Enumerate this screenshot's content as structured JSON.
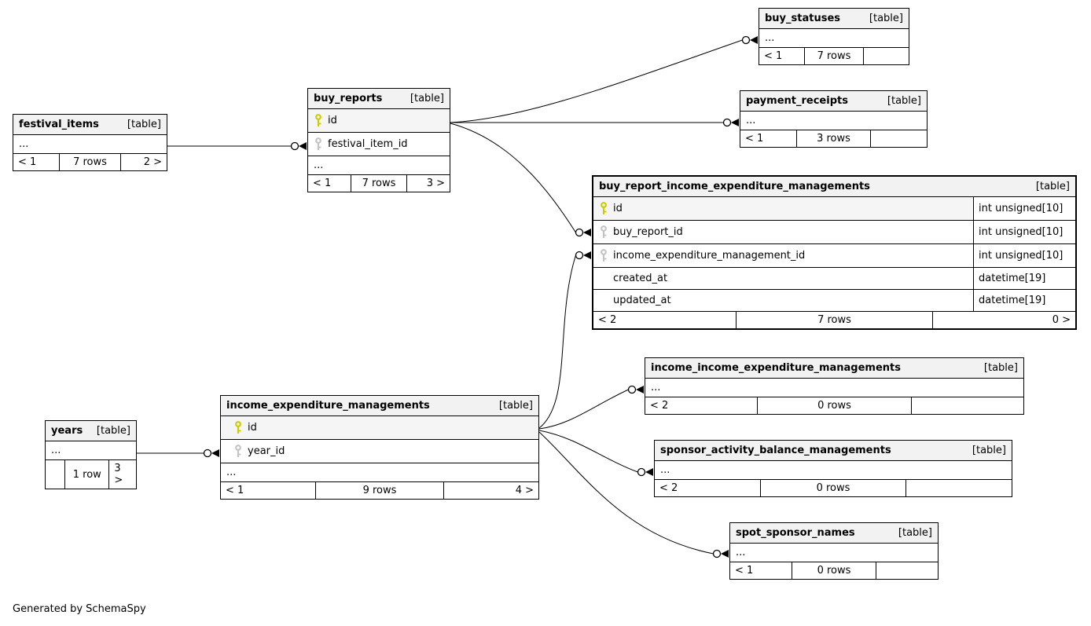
{
  "caption": "Generated by SchemaSpy",
  "colors": {
    "table_border": "#000000",
    "header_bg": "#f2f2f2",
    "pk_key": "#cccc00",
    "fk_key": "#c4c4c4"
  },
  "tables": {
    "festival_items": {
      "name": "festival_items",
      "tag": "[table]",
      "ellipsis": "...",
      "footer": {
        "left": "< 1",
        "center": "7 rows",
        "right": "2 >"
      }
    },
    "buy_reports": {
      "name": "buy_reports",
      "tag": "[table]",
      "ellipsis": "...",
      "columns": [
        {
          "name": "id",
          "key": "pk"
        },
        {
          "name": "festival_item_id",
          "key": "fk"
        }
      ],
      "footer": {
        "left": "< 1",
        "center": "7 rows",
        "right": "3 >"
      }
    },
    "buy_statuses": {
      "name": "buy_statuses",
      "tag": "[table]",
      "ellipsis": "...",
      "footer": {
        "left": "< 1",
        "center": "7 rows",
        "right": ""
      }
    },
    "payment_receipts": {
      "name": "payment_receipts",
      "tag": "[table]",
      "ellipsis": "...",
      "footer": {
        "left": "< 1",
        "center": "3 rows",
        "right": ""
      }
    },
    "buy_report_income_expenditure_managements": {
      "name": "buy_report_income_expenditure_managements",
      "tag": "[table]",
      "columns": [
        {
          "name": "id",
          "type": "int unsigned[10]",
          "key": "pk"
        },
        {
          "name": "buy_report_id",
          "type": "int unsigned[10]",
          "key": "fk"
        },
        {
          "name": "income_expenditure_management_id",
          "type": "int unsigned[10]",
          "key": "fk"
        },
        {
          "name": "created_at",
          "type": "datetime[19]",
          "key": ""
        },
        {
          "name": "updated_at",
          "type": "datetime[19]",
          "key": ""
        }
      ],
      "footer": {
        "left": "< 2",
        "center": "7 rows",
        "right": "0 >"
      }
    },
    "income_income_expenditure_managements": {
      "name": "income_income_expenditure_managements",
      "tag": "[table]",
      "ellipsis": "...",
      "footer": {
        "left": "< 2",
        "center": "0 rows",
        "right": ""
      }
    },
    "sponsor_activity_balance_managements": {
      "name": "sponsor_activity_balance_managements",
      "tag": "[table]",
      "ellipsis": "...",
      "footer": {
        "left": "< 2",
        "center": "0 rows",
        "right": ""
      }
    },
    "spot_sponsor_names": {
      "name": "spot_sponsor_names",
      "tag": "[table]",
      "ellipsis": "...",
      "footer": {
        "left": "< 1",
        "center": "0 rows",
        "right": ""
      }
    },
    "income_expenditure_managements": {
      "name": "income_expenditure_managements",
      "tag": "[table]",
      "ellipsis": "...",
      "columns": [
        {
          "name": "id",
          "key": "pk"
        },
        {
          "name": "year_id",
          "key": "fk"
        }
      ],
      "footer": {
        "left": "< 1",
        "center": "9 rows",
        "right": "4 >"
      }
    },
    "years": {
      "name": "years",
      "tag": "[table]",
      "ellipsis": "...",
      "footer": {
        "left": "",
        "center": "1 row",
        "right": "3 >"
      }
    }
  },
  "relationships": [
    {
      "from": "festival_items",
      "to": "buy_reports.festival_item_id"
    },
    {
      "from": "buy_reports.id",
      "to": "buy_statuses"
    },
    {
      "from": "buy_reports.id",
      "to": "payment_receipts"
    },
    {
      "from": "buy_reports.id",
      "to": "buy_report_income_expenditure_managements.buy_report_id"
    },
    {
      "from": "income_expenditure_managements.id",
      "to": "buy_report_income_expenditure_managements.income_expenditure_management_id"
    },
    {
      "from": "income_expenditure_managements.id",
      "to": "income_income_expenditure_managements"
    },
    {
      "from": "income_expenditure_managements.id",
      "to": "sponsor_activity_balance_managements"
    },
    {
      "from": "income_expenditure_managements.id",
      "to": "spot_sponsor_names"
    },
    {
      "from": "years",
      "to": "income_expenditure_managements.year_id"
    }
  ]
}
